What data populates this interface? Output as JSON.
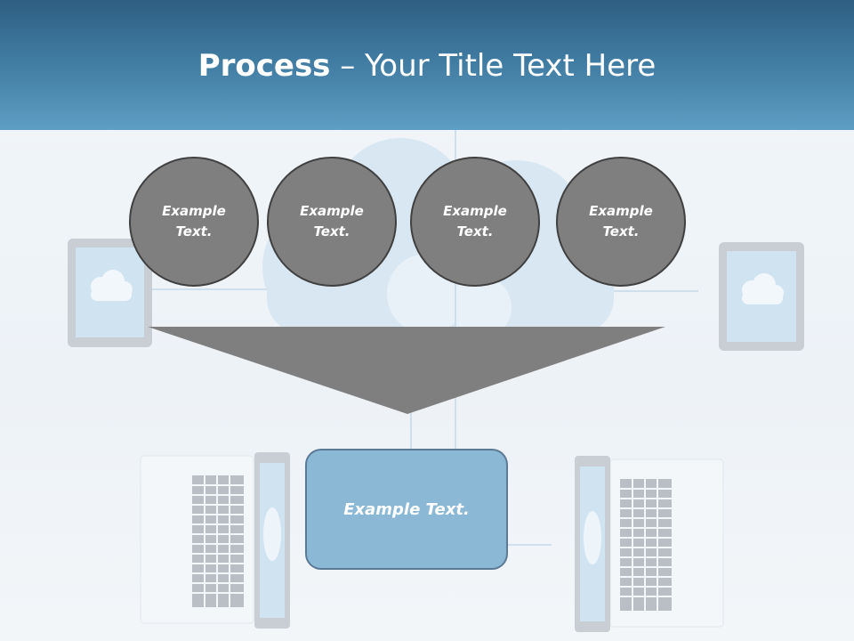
{
  "title": {
    "strong": "Process",
    "rest": " – Your Title Text Here"
  },
  "process_steps": [
    {
      "label": "Example Text."
    },
    {
      "label": "Example Text."
    },
    {
      "label": "Example Text."
    },
    {
      "label": "Example Text."
    }
  ],
  "result": {
    "label": "Example Text."
  },
  "colors": {
    "header_top": "#2f5f82",
    "header_bottom": "#5f9ec4",
    "circle_fill": "#7f7f7f",
    "circle_border": "#404040",
    "funnel_fill": "#7f7f7f",
    "result_fill": "#8bb8d4",
    "result_border": "#5a7a96"
  }
}
